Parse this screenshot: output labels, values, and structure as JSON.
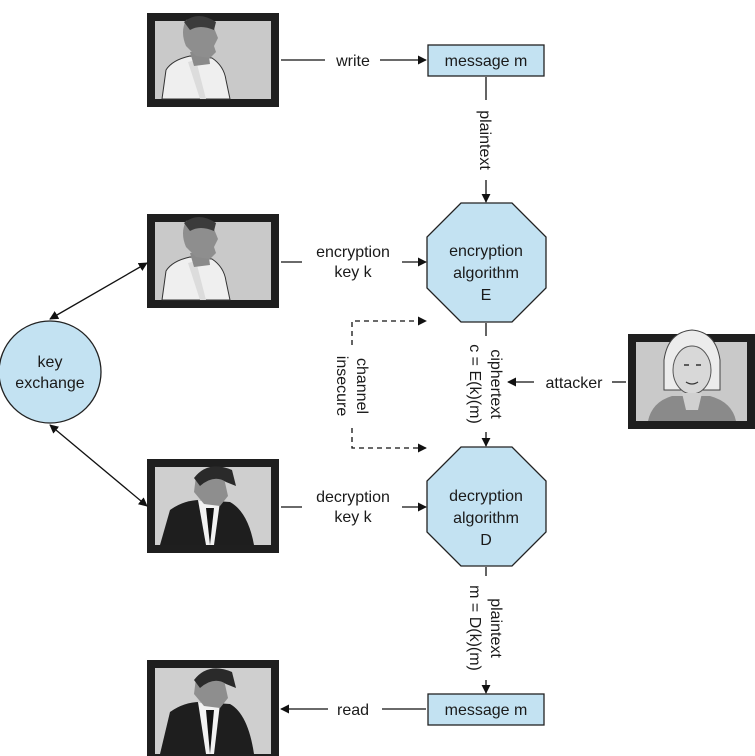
{
  "nodes": {
    "message_top": "message m",
    "message_bottom": "message m",
    "encryption": [
      "encryption",
      "algorithm",
      "E"
    ],
    "decryption": [
      "decryption",
      "algorithm",
      "D"
    ],
    "key_exchange": [
      "key",
      "exchange"
    ]
  },
  "edges": {
    "write": "write",
    "read": "read",
    "plaintext_top": "plaintext",
    "enc_key": [
      "encryption",
      "key k"
    ],
    "dec_key": [
      "decryption",
      "key k"
    ],
    "ciphertext": [
      "ciphertext",
      "c = E(k)(m)"
    ],
    "plaintext_bottom": [
      "plaintext",
      "m = D(k)(m)"
    ],
    "insecure_channel": [
      "insecure",
      "channel"
    ],
    "attacker": "attacker"
  },
  "people": {
    "sender_top": "man-portrait-icon",
    "sender_key": "man-portrait-icon",
    "receiver_key": "man-in-suit-portrait-icon",
    "receiver_bottom": "man-in-suit-portrait-icon",
    "attacker": "woman-portrait-icon"
  },
  "colors": {
    "node_fill": "#c3e2f2",
    "frame": "#1f1f1f",
    "portrait_bg": "#c9c9c9"
  }
}
